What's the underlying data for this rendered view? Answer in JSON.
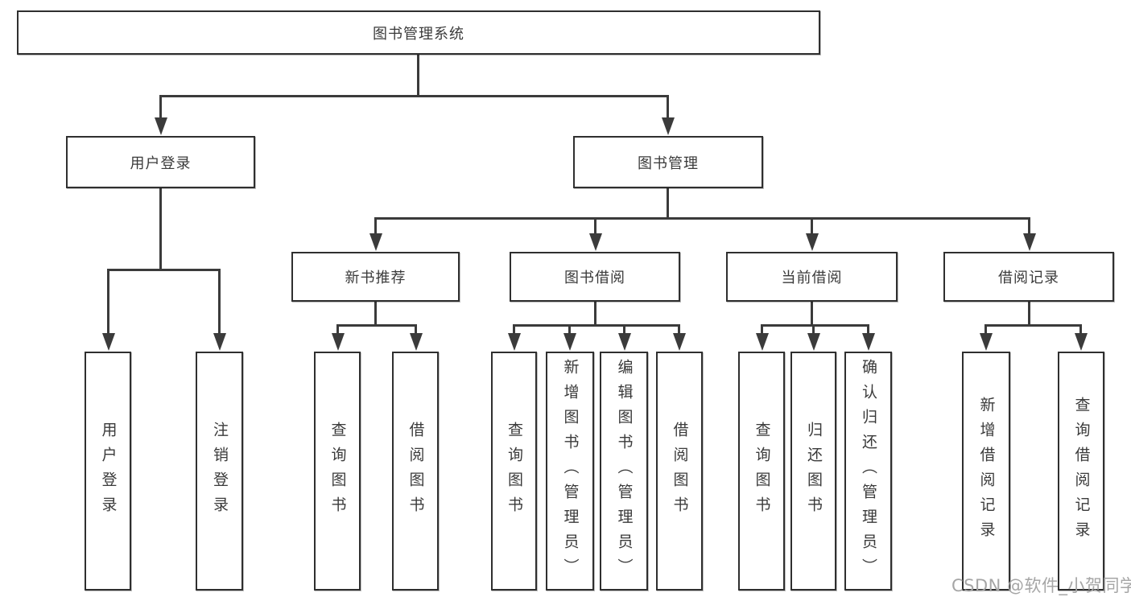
{
  "tree": {
    "root": {
      "label": "图书管理系统"
    },
    "level2": [
      {
        "label": "用户登录",
        "children": [
          {
            "label": "用户登录"
          },
          {
            "label": "注销登录"
          }
        ]
      },
      {
        "label": "图书管理",
        "children": [
          {
            "label": "新书推荐",
            "children": [
              {
                "label": "查询图书"
              },
              {
                "label": "借阅图书"
              }
            ]
          },
          {
            "label": "图书借阅",
            "children": [
              {
                "label": "查询图书"
              },
              {
                "label": "新增图书（管理员）"
              },
              {
                "label": "编辑图书（管理员）"
              },
              {
                "label": "借阅图书"
              }
            ]
          },
          {
            "label": "当前借阅",
            "children": [
              {
                "label": "查询图书"
              },
              {
                "label": "归还图书"
              },
              {
                "label": "确认归还（管理员）"
              }
            ]
          },
          {
            "label": "借阅记录",
            "children": [
              {
                "label": "新增借阅记录"
              },
              {
                "label": "查询借阅记录"
              }
            ]
          }
        ]
      }
    ]
  },
  "watermark": {
    "text": "CSDN @软件_小贺同学"
  },
  "colors": {
    "line": "#3b3b3b",
    "border": "#2f2f2f",
    "text": "#3a3a3a",
    "watermark": "#a6a6a6"
  }
}
